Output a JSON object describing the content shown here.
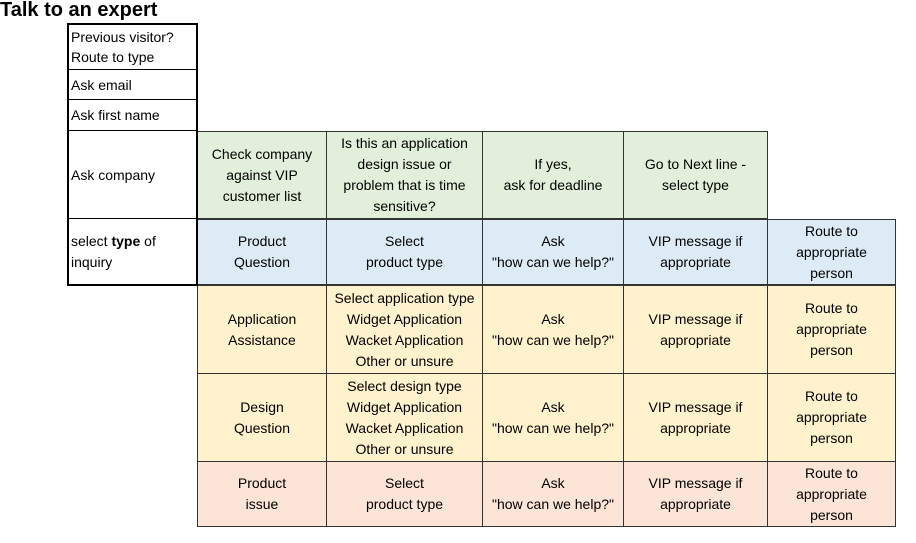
{
  "title": "Talk to an expert",
  "steps": {
    "previous_visitor": "Previous visitor?\nRoute to type",
    "ask_email": "Ask email",
    "ask_first_name": "Ask first name",
    "ask_company": "Ask company",
    "select_type_prefix": "select ",
    "select_type_bold": "type",
    "select_type_suffix": " of\ninquiry"
  },
  "company_row": {
    "check_vip": "Check company\nagainst VIP\ncustomer list",
    "time_sensitive": "Is this an application\ndesign issue or\nproblem that is time\nsensitive?",
    "deadline": "If yes,\nask for deadline",
    "next_line": "Go to Next line -\nselect type"
  },
  "rows": {
    "product_question": {
      "type": "Product\nQuestion",
      "select": "Select\nproduct type",
      "ask": "Ask\n\"how can we help?\"",
      "vip": "VIP message if\nappropriate",
      "route": "Route to\nappropriate\nperson"
    },
    "application_assistance": {
      "type": "Application\nAssistance",
      "select": "Select application type\nWidget Application\nWacket Application\nOther or unsure",
      "ask": "Ask\n\"how can we help?\"",
      "vip": "VIP message if\nappropriate",
      "route": "Route to\nappropriate\nperson"
    },
    "design_question": {
      "type": "Design\nQuestion",
      "select": "Select design type\nWidget Application\nWacket Application\nOther or unsure",
      "ask": "Ask\n\"how can we help?\"",
      "vip": "VIP message if\nappropriate",
      "route": "Route to\nappropriate\nperson"
    },
    "product_issue": {
      "type": "Product\nissue",
      "select": "Select\nproduct type",
      "ask": "Ask\n\"how can we help?\"",
      "vip": "VIP message if\nappropriate",
      "route": "Route to\nappropriate\nperson"
    }
  },
  "colors": {
    "green": "#e2efda",
    "blue": "#ddebf7",
    "yellow": "#fff2cc",
    "red": "#fce4d6"
  }
}
